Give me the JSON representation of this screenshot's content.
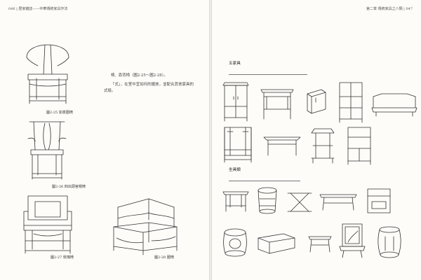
{
  "left_page": {
    "running_head": "046 | 居家雜誌——中華傳統家具作法",
    "body_paragraphs": [
      "椅、靠背椅（圖2-25〜圖2-28）。",
      "「式」，在室中宜如何的擺放，並配合其他家具的式樣。"
    ],
    "figures": [
      {
        "caption": "圖2-25 如意圈椅"
      },
      {
        "caption": "圖2-26 四出頭官帽椅"
      },
      {
        "caption": "圖2-27 玫瑰椅"
      },
      {
        "caption": "圖2-28 圈椅"
      }
    ]
  },
  "right_page": {
    "running_head": "第二章 傳統家具之八類 | 047",
    "section_1": {
      "title": "五家具"
    },
    "section_2": {
      "title": "坐具類"
    }
  }
}
